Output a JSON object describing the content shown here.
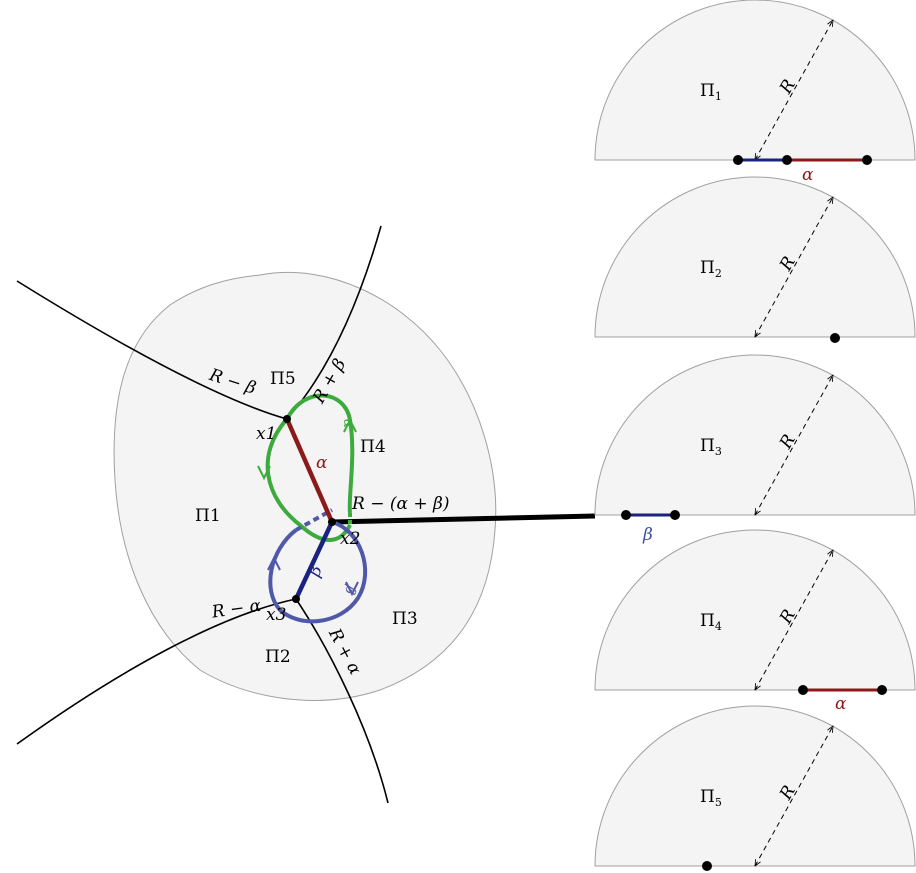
{
  "diagram": {
    "faces": [
      "Π1",
      "Π2",
      "Π3",
      "Π4",
      "Π5"
    ],
    "face_subscripts": [
      "1",
      "2",
      "3",
      "4",
      "5"
    ],
    "vertices": [
      "x1",
      "x2",
      "x3"
    ],
    "edge_labels": {
      "r_minus_beta": "R − β",
      "r_plus_beta": "R + β",
      "r_minus_alpha": "R − α",
      "r_plus_alpha": "R + α",
      "r_minus_alpha_beta": "R − (α + β)"
    },
    "segment_labels": {
      "alpha": "α",
      "beta": "β"
    },
    "colors": {
      "alpha_segment": "#8b1a1a",
      "beta_segment": "#1a237e",
      "alpha_loop": "#3daa3d",
      "beta_loop": "#5059a8",
      "face_fill": "#f4f4f4",
      "face_stroke": "#999999"
    }
  },
  "half_discs": [
    {
      "face": "Π",
      "sub": "1",
      "radius_label": "R",
      "segments": [
        "β",
        "α"
      ]
    },
    {
      "face": "Π",
      "sub": "2",
      "radius_label": "R",
      "segments": []
    },
    {
      "face": "Π",
      "sub": "3",
      "radius_label": "R",
      "segments": [
        "β"
      ]
    },
    {
      "face": "Π",
      "sub": "4",
      "radius_label": "R",
      "segments": [
        "α"
      ]
    },
    {
      "face": "Π",
      "sub": "5",
      "radius_label": "R",
      "segments": []
    }
  ]
}
